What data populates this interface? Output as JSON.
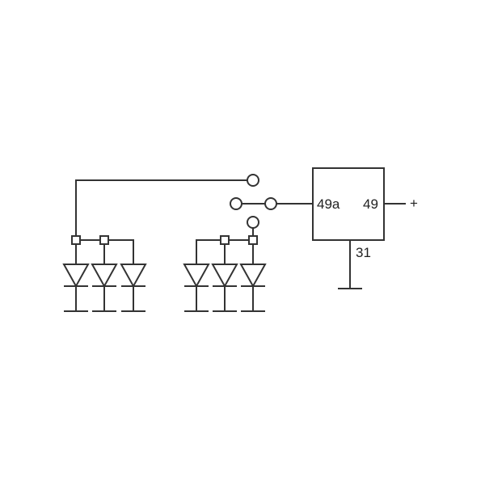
{
  "relay": {
    "pin_in": "49a",
    "pin_out": "49",
    "pin_ground": "31",
    "supply": "+"
  },
  "colors": {
    "line": "#333333",
    "background": "#ffffff"
  }
}
